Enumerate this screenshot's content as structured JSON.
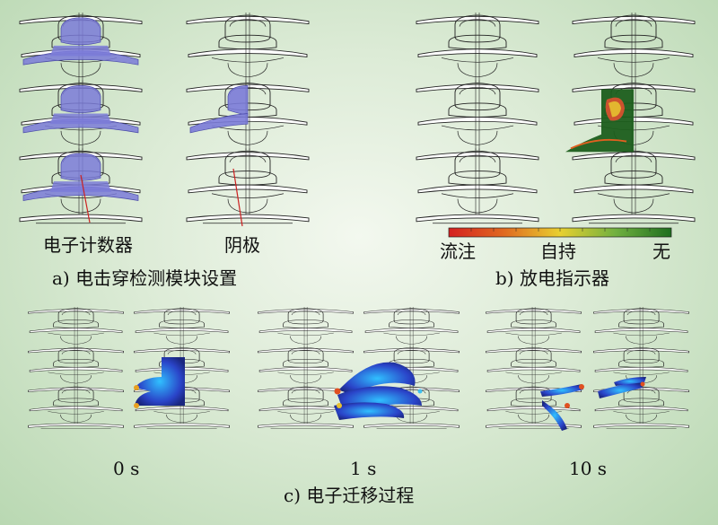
{
  "panel_a": {
    "caption": "a) 电击穿检测模块设置",
    "label_counter": "电子计数器",
    "label_cathode": "阴极"
  },
  "panel_b": {
    "caption": "b) 放电指示器",
    "legend": {
      "left": "流注",
      "middle": "自持",
      "right": "无"
    }
  },
  "panel_c": {
    "caption": "c) 电子迁移过程",
    "times": [
      "0 s",
      "1 s",
      "10 s"
    ]
  },
  "colors": {
    "insulator_fill": "#7b7bd8",
    "line": "#222222",
    "pointer": "#cc2222",
    "legend_red": "#d42020",
    "legend_yellow": "#e8d030",
    "legend_green": "#1e6e1e"
  }
}
